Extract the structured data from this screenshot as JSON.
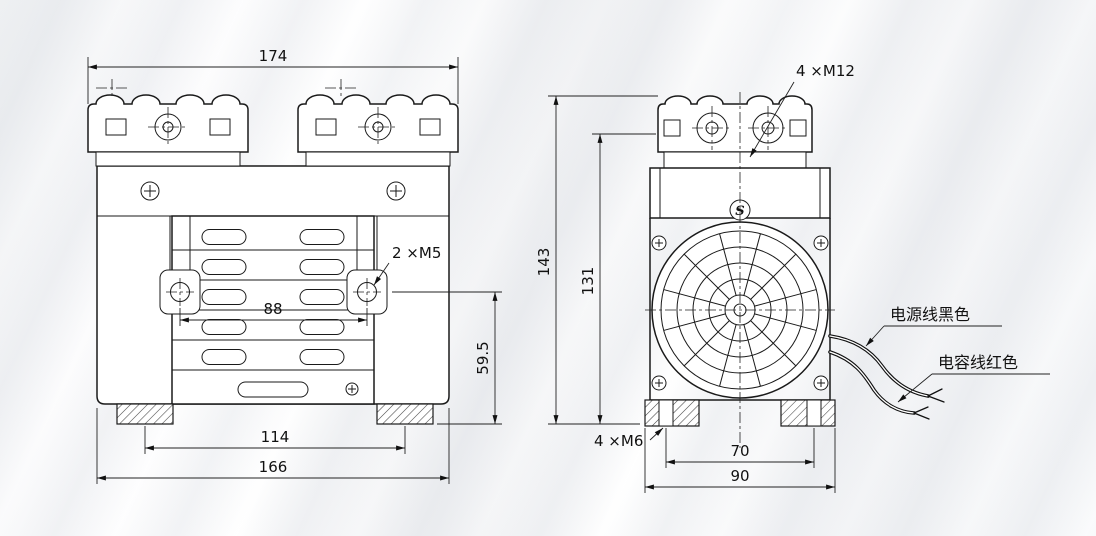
{
  "left_view": {
    "dim_top_width": "174",
    "label_side_screws": "2 ×M5",
    "dim_hole_spacing": "88",
    "dim_hole_height": "59.5",
    "dim_feet_spacing": "114",
    "dim_base_width": "166"
  },
  "right_view": {
    "label_head_bolts": "4 ×M12",
    "dim_overall_height": "143",
    "dim_body_height": "131",
    "label_foot_holes": "4 ×M6",
    "dim_foot_hole_spacing": "70",
    "dim_base_width": "90",
    "brand_mark": "S",
    "label_power_wire": "电源线黑色",
    "label_capacitor_wire": "电容线红色"
  }
}
